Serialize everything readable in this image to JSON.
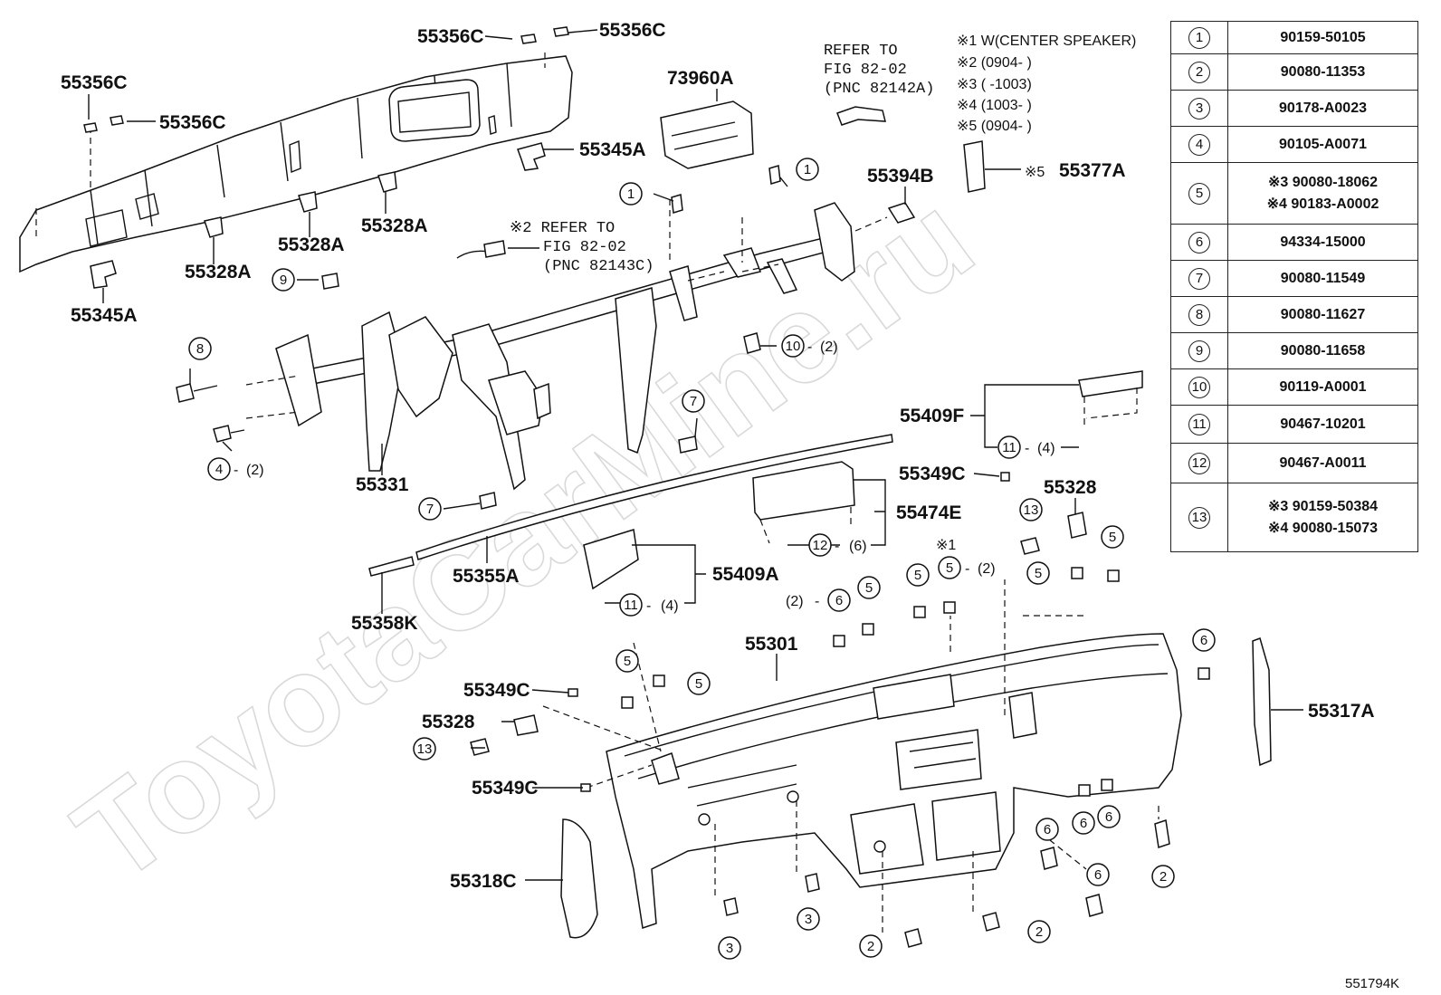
{
  "watermark": "ToyotaCarMine.ru",
  "diagram_code": "551794K",
  "notes": {
    "refer1_l1": "REFER TO",
    "refer1_l2": "FIG 82-02",
    "refer1_l3": "(PNC 82142A)",
    "refer2_l1": "※2 REFER TO",
    "refer2_l2": "FIG 82-02",
    "refer2_l3": "(PNC 82143C)",
    "leg1": "※1 W(CENTER SPEAKER)",
    "leg2": "※2 (0904-   )",
    "leg3": "※3 (   -1003)",
    "leg4": "※4 (1003-   )",
    "leg5": "※5 (0904-   )",
    "star1": "※1",
    "star5": "※5"
  },
  "labels": {
    "p55356c_a": "55356C",
    "p55356c_b": "55356C",
    "p55356c_c": "55356C",
    "p55356c_d": "55356C",
    "p73960a": "73960A",
    "p55345a_a": "55345A",
    "p55345a_b": "55345A",
    "p55328a_a": "55328A",
    "p55328a_b": "55328A",
    "p55328a_c": "55328A",
    "p55394b": "55394B",
    "p55377a": "55377A",
    "p55331": "55331",
    "p55409f": "55409F",
    "p55349c_a": "55349C",
    "p55349c_b": "55349C",
    "p55349c_c": "55349C",
    "p55328_a": "55328",
    "p55328_b": "55328",
    "p55474e": "55474E",
    "p55355a": "55355A",
    "p55409a": "55409A",
    "p55358k": "55358K",
    "p55301": "55301",
    "p55317a": "55317A",
    "p55318c": "55318C"
  },
  "qty": {
    "q2": "(2)",
    "q4": "(4)",
    "q6": "(6)",
    "dash": "-"
  },
  "callout_numbers": [
    "1",
    "2",
    "3",
    "4",
    "5",
    "6",
    "7",
    "8",
    "9",
    "10",
    "11",
    "12",
    "13"
  ],
  "parts_table": [
    {
      "num": "1",
      "values": [
        "90159-50105"
      ]
    },
    {
      "num": "2",
      "values": [
        "90080-11353"
      ]
    },
    {
      "num": "3",
      "values": [
        "90178-A0023"
      ]
    },
    {
      "num": "4",
      "values": [
        "90105-A0071"
      ]
    },
    {
      "num": "5",
      "values": [
        "※3 90080-18062",
        "※4 90183-A0002"
      ]
    },
    {
      "num": "6",
      "values": [
        "94334-15000"
      ]
    },
    {
      "num": "7",
      "values": [
        "90080-11549"
      ]
    },
    {
      "num": "8",
      "values": [
        "90080-11627"
      ]
    },
    {
      "num": "9",
      "values": [
        "90080-11658"
      ]
    },
    {
      "num": "10",
      "values": [
        "90119-A0001"
      ]
    },
    {
      "num": "11",
      "values": [
        "90467-10201"
      ]
    },
    {
      "num": "12",
      "values": [
        "90467-A0011"
      ]
    },
    {
      "num": "13",
      "values": [
        "※3 90159-50384",
        "※4 90080-15073"
      ]
    }
  ]
}
